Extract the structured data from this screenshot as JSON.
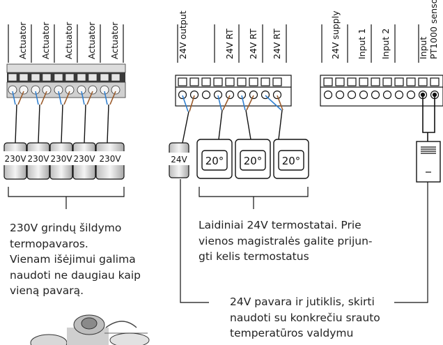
{
  "actuator_group": {
    "labels": [
      "Actuator",
      "Actuator",
      "Actuator",
      "Actuator",
      "Actuator"
    ],
    "voltages": [
      "230V",
      "230V",
      "230V",
      "230V",
      "230V"
    ],
    "caption_lines": [
      "230V grindų šildymo",
      "termopavaros.",
      "Vienam išėjimui galima",
      "naudoti ne daugiau kaip",
      "vieną pavarą."
    ]
  },
  "thermostat_group": {
    "labels": [
      "24V output",
      "24V RT",
      "24V RT",
      "24V RT"
    ],
    "actuator_voltage": "24V",
    "temperatures": [
      "20°",
      "20°",
      "20°"
    ],
    "caption_lines": [
      "Laidiniai 24V termostatai. Prie",
      "vienos magistralės galite prijun-",
      "gti kelis termostatus"
    ]
  },
  "input_group": {
    "labels": [
      "24V supply",
      "Input 1",
      "Input 2",
      "Input",
      "PT1000 senso"
    ],
    "caption_lines": [
      "24V pavara ir jutiklis, skirti",
      "naudoti su konkrečiu srauto",
      "temperatūros valdymu"
    ]
  },
  "colors": {
    "wire_blue": "#2f7fd0",
    "wire_brown": "#9a5a2a",
    "outline": "#1a1a1a",
    "terminal_fill": "#e8e8e8"
  }
}
